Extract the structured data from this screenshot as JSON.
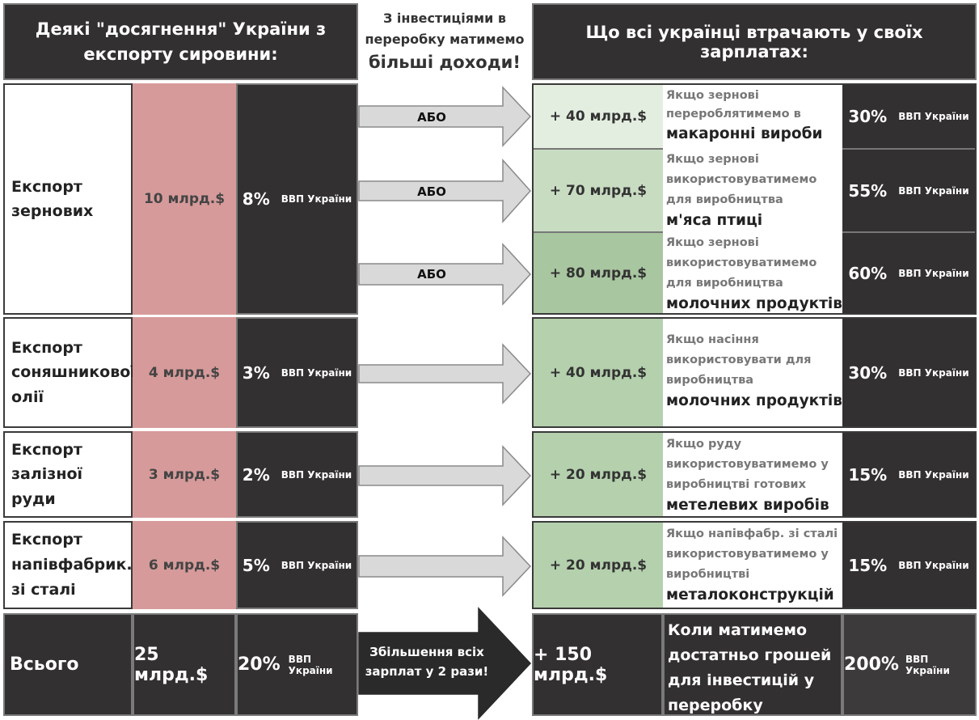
{
  "header": {
    "left": "Деякі \"досягнення\" України з експорту сировини:",
    "middle_line1": "З інвестиціями в переробку матимемо",
    "middle_line2": "більші доходи!",
    "right": "Що всі українці втрачають у своїх зарплатах:"
  },
  "gdp_label": "ВВП України",
  "or_label": "АБО",
  "exports": [
    {
      "label": "Експорт зернових",
      "value": "10 млрд.$",
      "pct": "8%"
    },
    {
      "label": "Експорт соняшникової олії",
      "value": "4 млрд.$",
      "pct": "3%"
    },
    {
      "label": "Експорт залізної руди",
      "value": "3 млрд.$",
      "pct": "2%"
    },
    {
      "label": "Експорт напівфабрик. зі сталі",
      "value": "6 млрд.$",
      "pct": "5%"
    }
  ],
  "gains": [
    {
      "value": "+ 40 млрд.$",
      "desc": "Якщо зернові перероблятимемо в",
      "product": "макаронні вироби",
      "pct": "30%",
      "color": "#e3eee0"
    },
    {
      "value": "+ 70 млрд.$",
      "desc": "Якщо зернові використовуватимемо для виробництва",
      "product": "м'яса птиці",
      "pct": "55%",
      "color": "#c8dcc2"
    },
    {
      "value": "+ 80 млрд.$",
      "desc": "Якщо зернові використовуватимемо для виробництва",
      "product": "молочних продуктів",
      "pct": "60%",
      "color": "#a8c6a0"
    },
    {
      "value": "+ 40 млрд.$",
      "desc": "Якщо насіння використовувати для виробництва",
      "product": "молочних продуктів",
      "pct": "30%",
      "color": "#b4d0ad"
    },
    {
      "value": "+ 20 млрд.$",
      "desc": "Якщо руду використовуватимемо у виробництві готових",
      "product": "метелевих виробів",
      "pct": "15%",
      "color": "#b4d0ad"
    },
    {
      "value": "+ 20 млрд.$",
      "desc": "Якщо напівфабр. зі сталі використовуватимемо у виробництві",
      "product": "металоконструкцій",
      "pct": "15%",
      "color": "#b4d0ad"
    }
  ],
  "total": {
    "label": "Всього",
    "value": "25 млрд.$",
    "pct": "20%",
    "arrow_text": "Збільшення всіх зарплат у 2 рази!",
    "gain": "+ 150 млрд.$",
    "gain_desc": "Коли матимемо достатньо грошей для інвестицій у переробку",
    "gain_pct": "200%"
  },
  "colors": {
    "dark": "#333031",
    "pink": "#d69a9a",
    "arrow": "#d9d9d9"
  }
}
